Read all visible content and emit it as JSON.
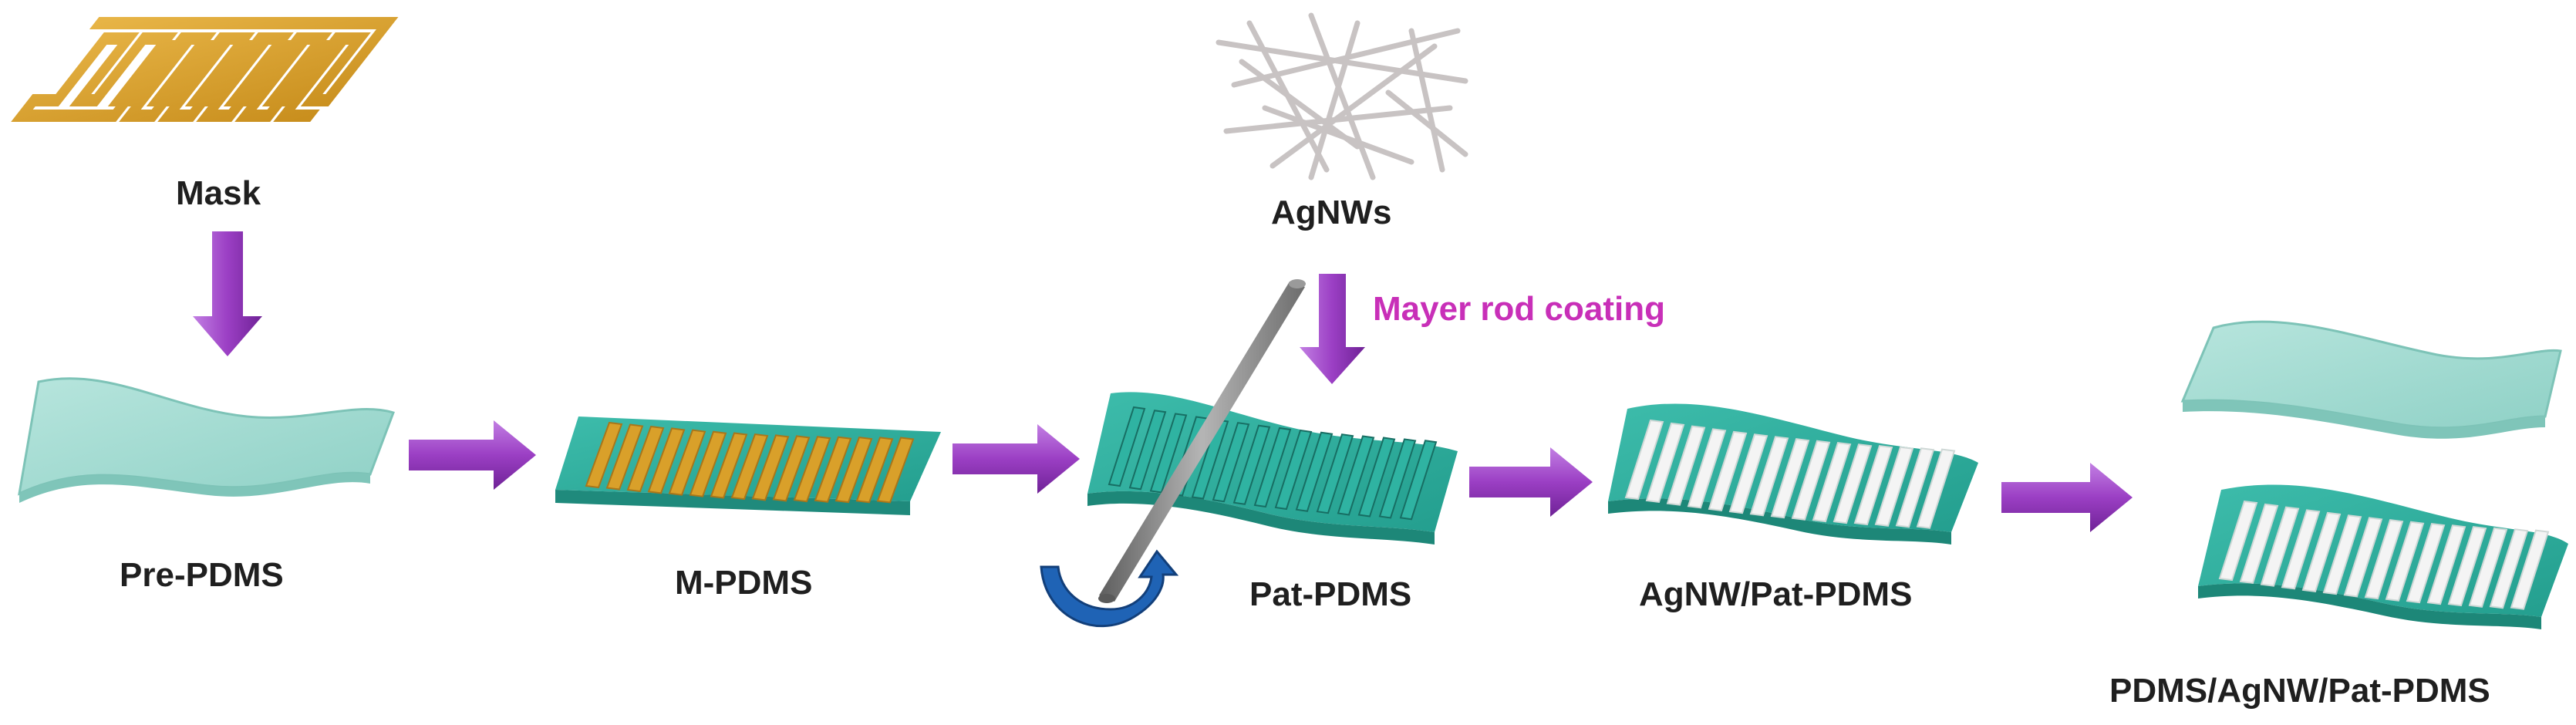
{
  "labels": {
    "mask": "Mask",
    "agnws": "AgNWs",
    "coating": "Mayer rod coating",
    "pre_pdms": "Pre-PDMS",
    "m_pdms": "M-PDMS",
    "pat_pdms": "Pat-PDMS",
    "agnw_pat_pdms": "AgNW/Pat-PDMS",
    "final": "PDMS/AgNW/Pat-PDMS"
  },
  "colors": {
    "teal_light": "#9fd9cf",
    "teal_dark": "#2aa595",
    "gold": "#d9a02a",
    "arrow_purple": "#9b3fc4",
    "rod_gray": "#8c8c8c",
    "rotate_blue": "#1f63b5",
    "label_magenta": "#c82fb8",
    "nanowire": "#c8c3c3"
  },
  "icons": [
    "mask-icon",
    "nanowire-mesh-icon",
    "rotate-arrow-icon",
    "mayer-rod-icon"
  ]
}
